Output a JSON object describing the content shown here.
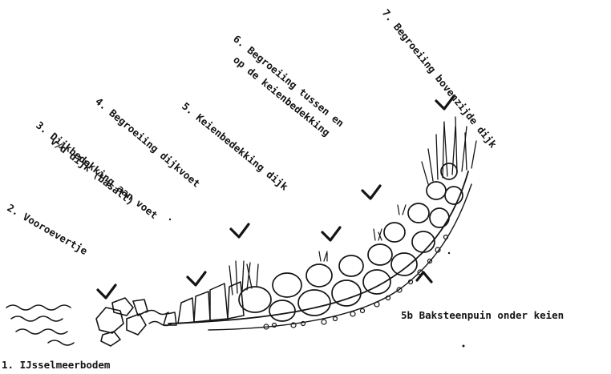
{
  "labels": {
    "l1": "1. IJsselmeerbodem",
    "l2": "2. Vooroevertje",
    "l3a": "3. Dijkbedekking aan voet",
    "l3b": "v/d dijk (basalt)",
    "l4": "4. Begroeiing dijkvoet",
    "l5": "5. Keienbedekking dijk",
    "l5b": "5b  Baksteenpuin onder keien",
    "l6a": "6. Begroeiing tussen en",
    "l6b": "op de keienbedekking",
    "l7": "7. Begroeiing bovenzijde dijk"
  },
  "colors": {
    "ink": "#141414",
    "paper": "#ffffff"
  }
}
